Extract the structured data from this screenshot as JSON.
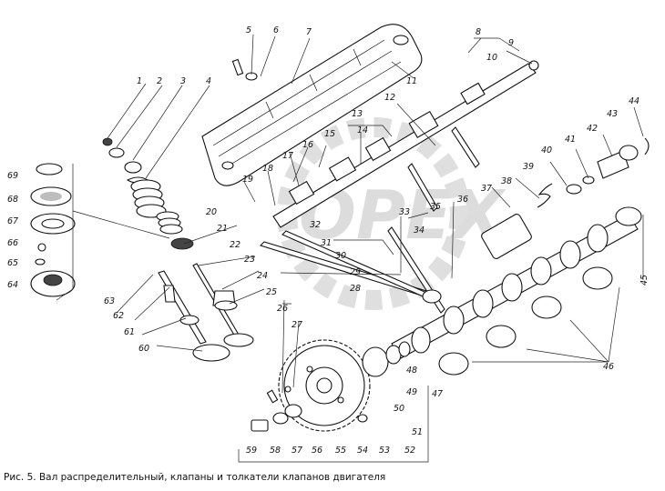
{
  "caption": "Рис. 5. Вал распределительный, клапаны и толкатели клапанов двигателя",
  "watermark": "OPEX",
  "callouts": [
    "1",
    "2",
    "3",
    "4",
    "5",
    "6",
    "7",
    "8",
    "9",
    "10",
    "11",
    "12",
    "13",
    "14",
    "15",
    "16",
    "17",
    "18",
    "19",
    "20",
    "21",
    "22",
    "23",
    "24",
    "25",
    "26",
    "27",
    "28",
    "29",
    "30",
    "31",
    "32",
    "33",
    "34",
    "35",
    "36",
    "37",
    "38",
    "39",
    "40",
    "41",
    "42",
    "43",
    "44",
    "45",
    "46",
    "47",
    "48",
    "49",
    "50",
    "51",
    "52",
    "53",
    "54",
    "55",
    "56",
    "57",
    "58",
    "59",
    "60",
    "61",
    "62",
    "63",
    "64",
    "65",
    "66",
    "67",
    "68",
    "69"
  ]
}
